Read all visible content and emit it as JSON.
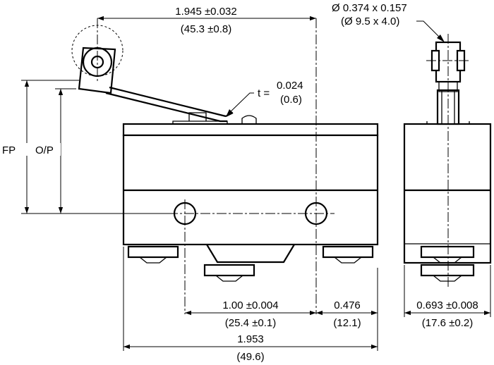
{
  "dimensions": {
    "lever_to_center": {
      "inch": "1.945 ±0.032",
      "mm": "(45.3 ±0.8)"
    },
    "roller": {
      "inch": "Ø 0.374 x 0.157",
      "mm": "(Ø 9.5 x 4.0)"
    },
    "lever_thickness": {
      "prefix": "t =",
      "inch": "0.024",
      "mm": "(0.6)"
    },
    "hole_spacing": {
      "inch": "1.00 ±0.004",
      "mm": "(25.4 ±0.1)"
    },
    "hole_to_edge": {
      "inch": "0.476",
      "mm": "(12.1)"
    },
    "overall_length": {
      "inch": "1.953",
      "mm": "(49.6)"
    },
    "width": {
      "inch": "0.693 ±0.008",
      "mm": "(17.6 ±0.2)"
    }
  },
  "labels": {
    "free_position": "FP",
    "operating_position": "O/P"
  }
}
